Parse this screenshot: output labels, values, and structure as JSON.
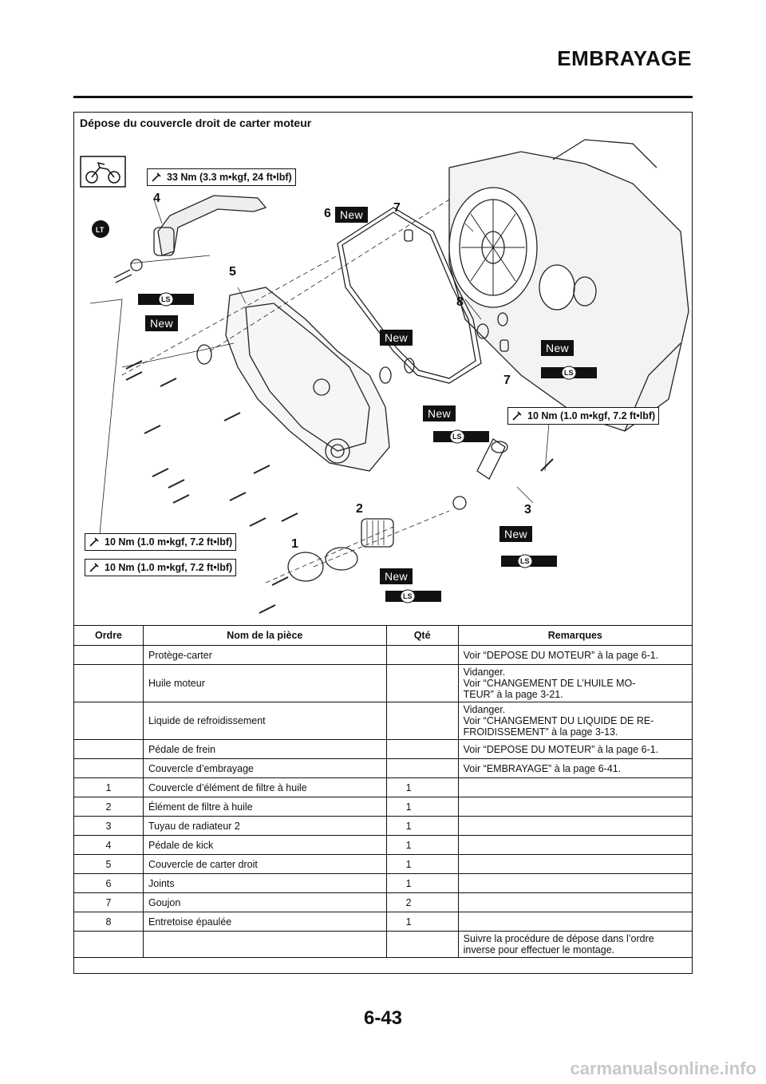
{
  "header": {
    "title": "EMBRAYAGE"
  },
  "section_title": "Dépose du couvercle droit de carter moteur",
  "diagram": {
    "torques": [
      "33 Nm (3.3 m•kgf, 24 ft•lbf)",
      "10 Nm (1.0 m•kgf, 7.2 ft•lbf)",
      "10 Nm (1.0 m•kgf, 7.2 ft•lbf)",
      "10 Nm (1.0 m•kgf, 7.2 ft•lbf)"
    ],
    "new_label": "New",
    "ls_label": "LS",
    "lt_label": "LT",
    "part_numbers": [
      "1",
      "2",
      "3",
      "4",
      "5",
      "6",
      "7",
      "7",
      "8"
    ]
  },
  "table": {
    "headers": [
      "Ordre",
      "Nom de la pièce",
      "Qté",
      "Remarques"
    ],
    "rows": [
      {
        "ordre": "",
        "nom": "Protège-carter",
        "qte": "",
        "remarques": [
          "Voir “DEPOSE DU MOTEUR” à la page 6-1."
        ]
      },
      {
        "ordre": "",
        "nom": "Huile moteur",
        "qte": "",
        "remarques": [
          "Vidanger.",
          "Voir “CHANGEMENT DE L’HUILE MO-",
          "TEUR” à la page 3-21."
        ]
      },
      {
        "ordre": "",
        "nom": "Liquide de refroidissement",
        "qte": "",
        "remarques": [
          "Vidanger.",
          "Voir “CHANGEMENT DU LIQUIDE DE RE-",
          "FROIDISSEMENT” à la page 3-13."
        ]
      },
      {
        "ordre": "",
        "nom": "Pédale de frein",
        "qte": "",
        "remarques": [
          "Voir “DEPOSE DU MOTEUR” à la page 6-1."
        ]
      },
      {
        "ordre": "",
        "nom": "Couvercle d’embrayage",
        "qte": "",
        "remarques": [
          "Voir “EMBRAYAGE” à la page 6-41."
        ]
      },
      {
        "ordre": "1",
        "nom": "Couvercle d’élément de filtre à huile",
        "qte": "1",
        "remarques": []
      },
      {
        "ordre": "2",
        "nom": "Élément de filtre à huile",
        "qte": "1",
        "remarques": []
      },
      {
        "ordre": "3",
        "nom": "Tuyau de radiateur 2",
        "qte": "1",
        "remarques": []
      },
      {
        "ordre": "4",
        "nom": "Pédale de kick",
        "qte": "1",
        "remarques": []
      },
      {
        "ordre": "5",
        "nom": "Couvercle de carter droit",
        "qte": "1",
        "remarques": []
      },
      {
        "ordre": "6",
        "nom": "Joints",
        "qte": "1",
        "remarques": []
      },
      {
        "ordre": "7",
        "nom": "Goujon",
        "qte": "2",
        "remarques": []
      },
      {
        "ordre": "8",
        "nom": "Entretoise épaulée",
        "qte": "1",
        "remarques": []
      },
      {
        "ordre": "",
        "nom": "",
        "qte": "",
        "remarques": [
          "Suivre la procédure de dépose dans l’ordre",
          "inverse pour effectuer le montage."
        ]
      }
    ]
  },
  "footer": {
    "page_number": "6-43",
    "watermark": "carmanualsonline.info"
  }
}
